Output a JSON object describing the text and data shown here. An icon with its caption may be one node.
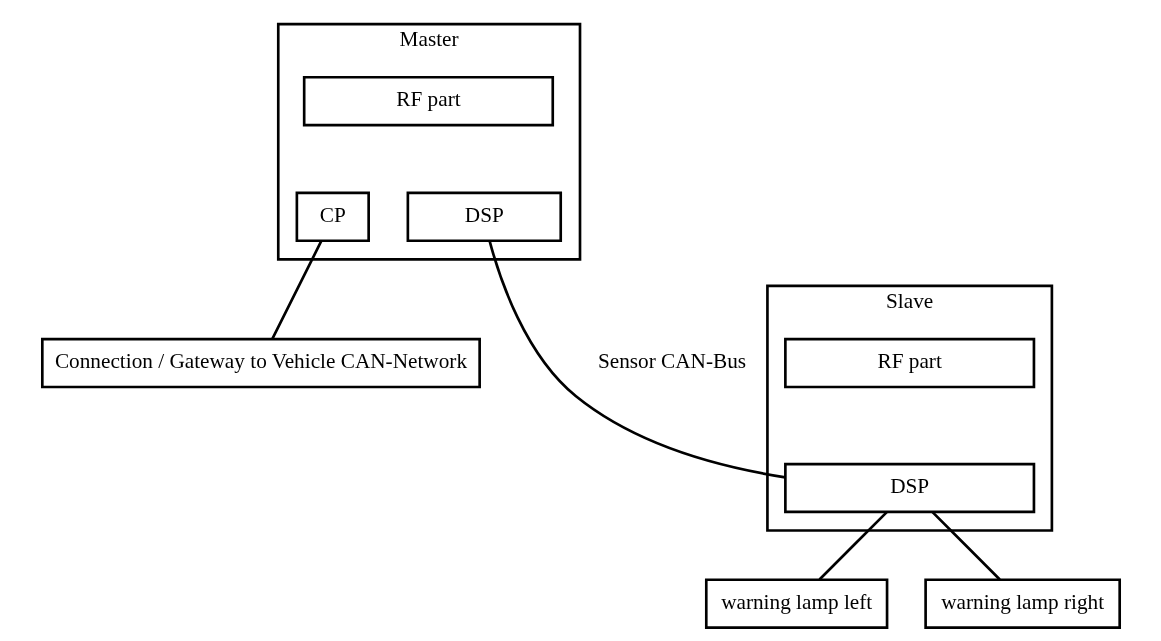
{
  "diagram": {
    "nodes": [
      {
        "text": [
          "Master"
        ]
      },
      {
        "text": [
          "RF part"
        ],
        "in": 0
      },
      {
        "text": [
          "CP"
        ],
        "in": 0
      },
      {
        "text": [
          "DSP"
        ],
        "in": 0
      },
      {
        "text": [
          "Slave"
        ]
      },
      {
        "text": [
          "RF part"
        ],
        "in": 4
      },
      {
        "text": [
          "DSP"
        ],
        "in": 4
      },
      {
        "text": [
          "warning lamp left"
        ]
      },
      {
        "text": [
          "warning lamp right"
        ]
      },
      {
        "text": [
          "Connection / Gateway to Vehicle CAN-Network"
        ]
      }
    ],
    "edges": [
      {
        "from": 3,
        "to": 6,
        "arrow": "none",
        "label": "Sensor CAN-Bus"
      },
      {
        "from": 6,
        "to": 7,
        "arrow": "none"
      },
      {
        "from": 6,
        "to": 8,
        "arrow": "none"
      },
      {
        "from": 2,
        "to": 9,
        "arrow": "none"
      }
    ]
  }
}
